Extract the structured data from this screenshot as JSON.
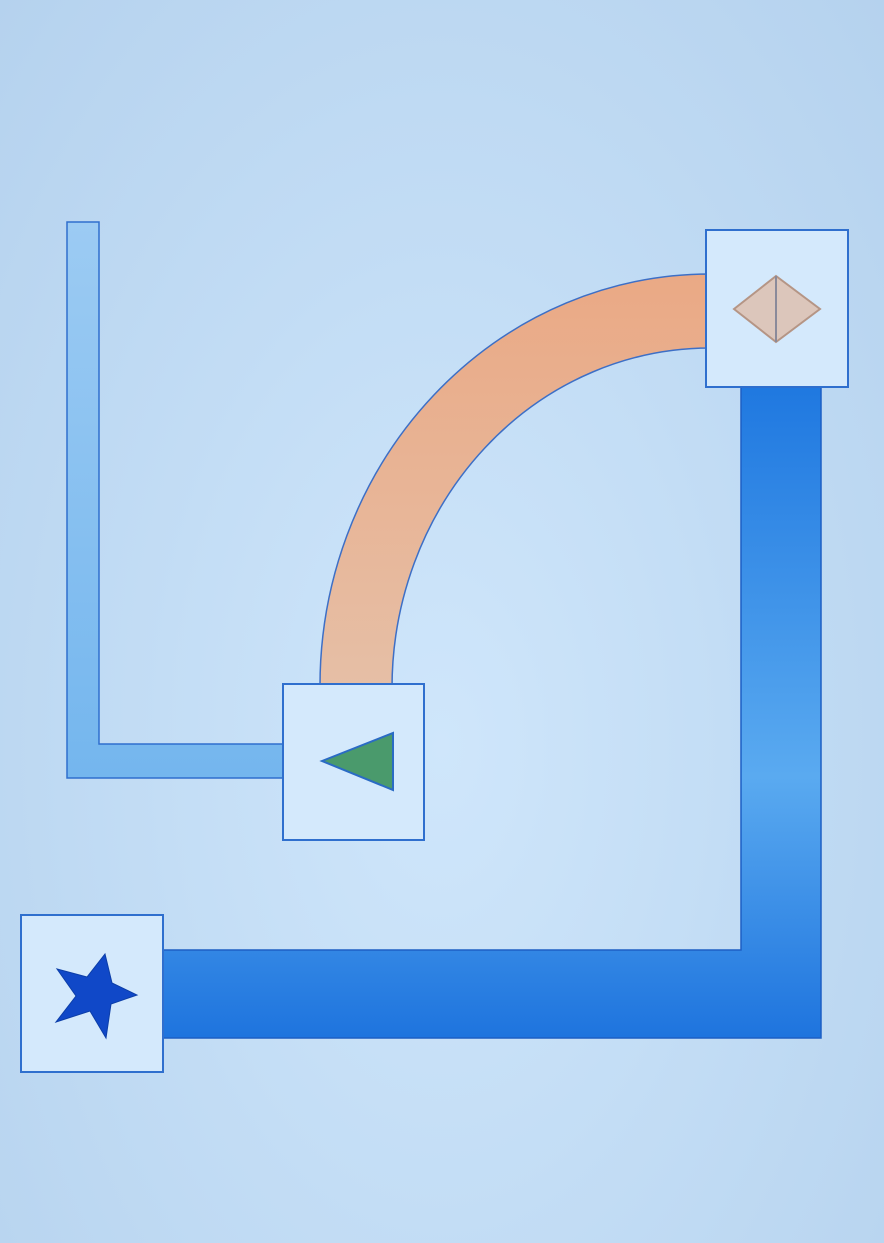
{
  "colors": {
    "background": "#c6dff6",
    "node_fill": "#d4e9fc",
    "node_border": "#2f6fce",
    "light_connector": "#80bdf0",
    "heavy_connector": "#1f78e0",
    "arc_connector": "#eaae88",
    "triangle_fill": "#4a9a6c",
    "diamond_fill": "#dcc6bb",
    "star_fill": "#1048c8"
  },
  "nodes": [
    {
      "id": "triangle",
      "icon": "triangle-left-icon"
    },
    {
      "id": "diamond",
      "icon": "diamond-icon"
    },
    {
      "id": "star",
      "icon": "star-icon"
    }
  ],
  "connectors": [
    {
      "id": "light-l-connector",
      "from": "open-end",
      "to": "triangle",
      "style": "thin-light-blue"
    },
    {
      "id": "arc-connector",
      "from": "triangle",
      "to": "diamond",
      "style": "curved-peach"
    },
    {
      "id": "heavy-l-connector",
      "from": "diamond",
      "to": "star",
      "style": "thick-blue"
    }
  ]
}
